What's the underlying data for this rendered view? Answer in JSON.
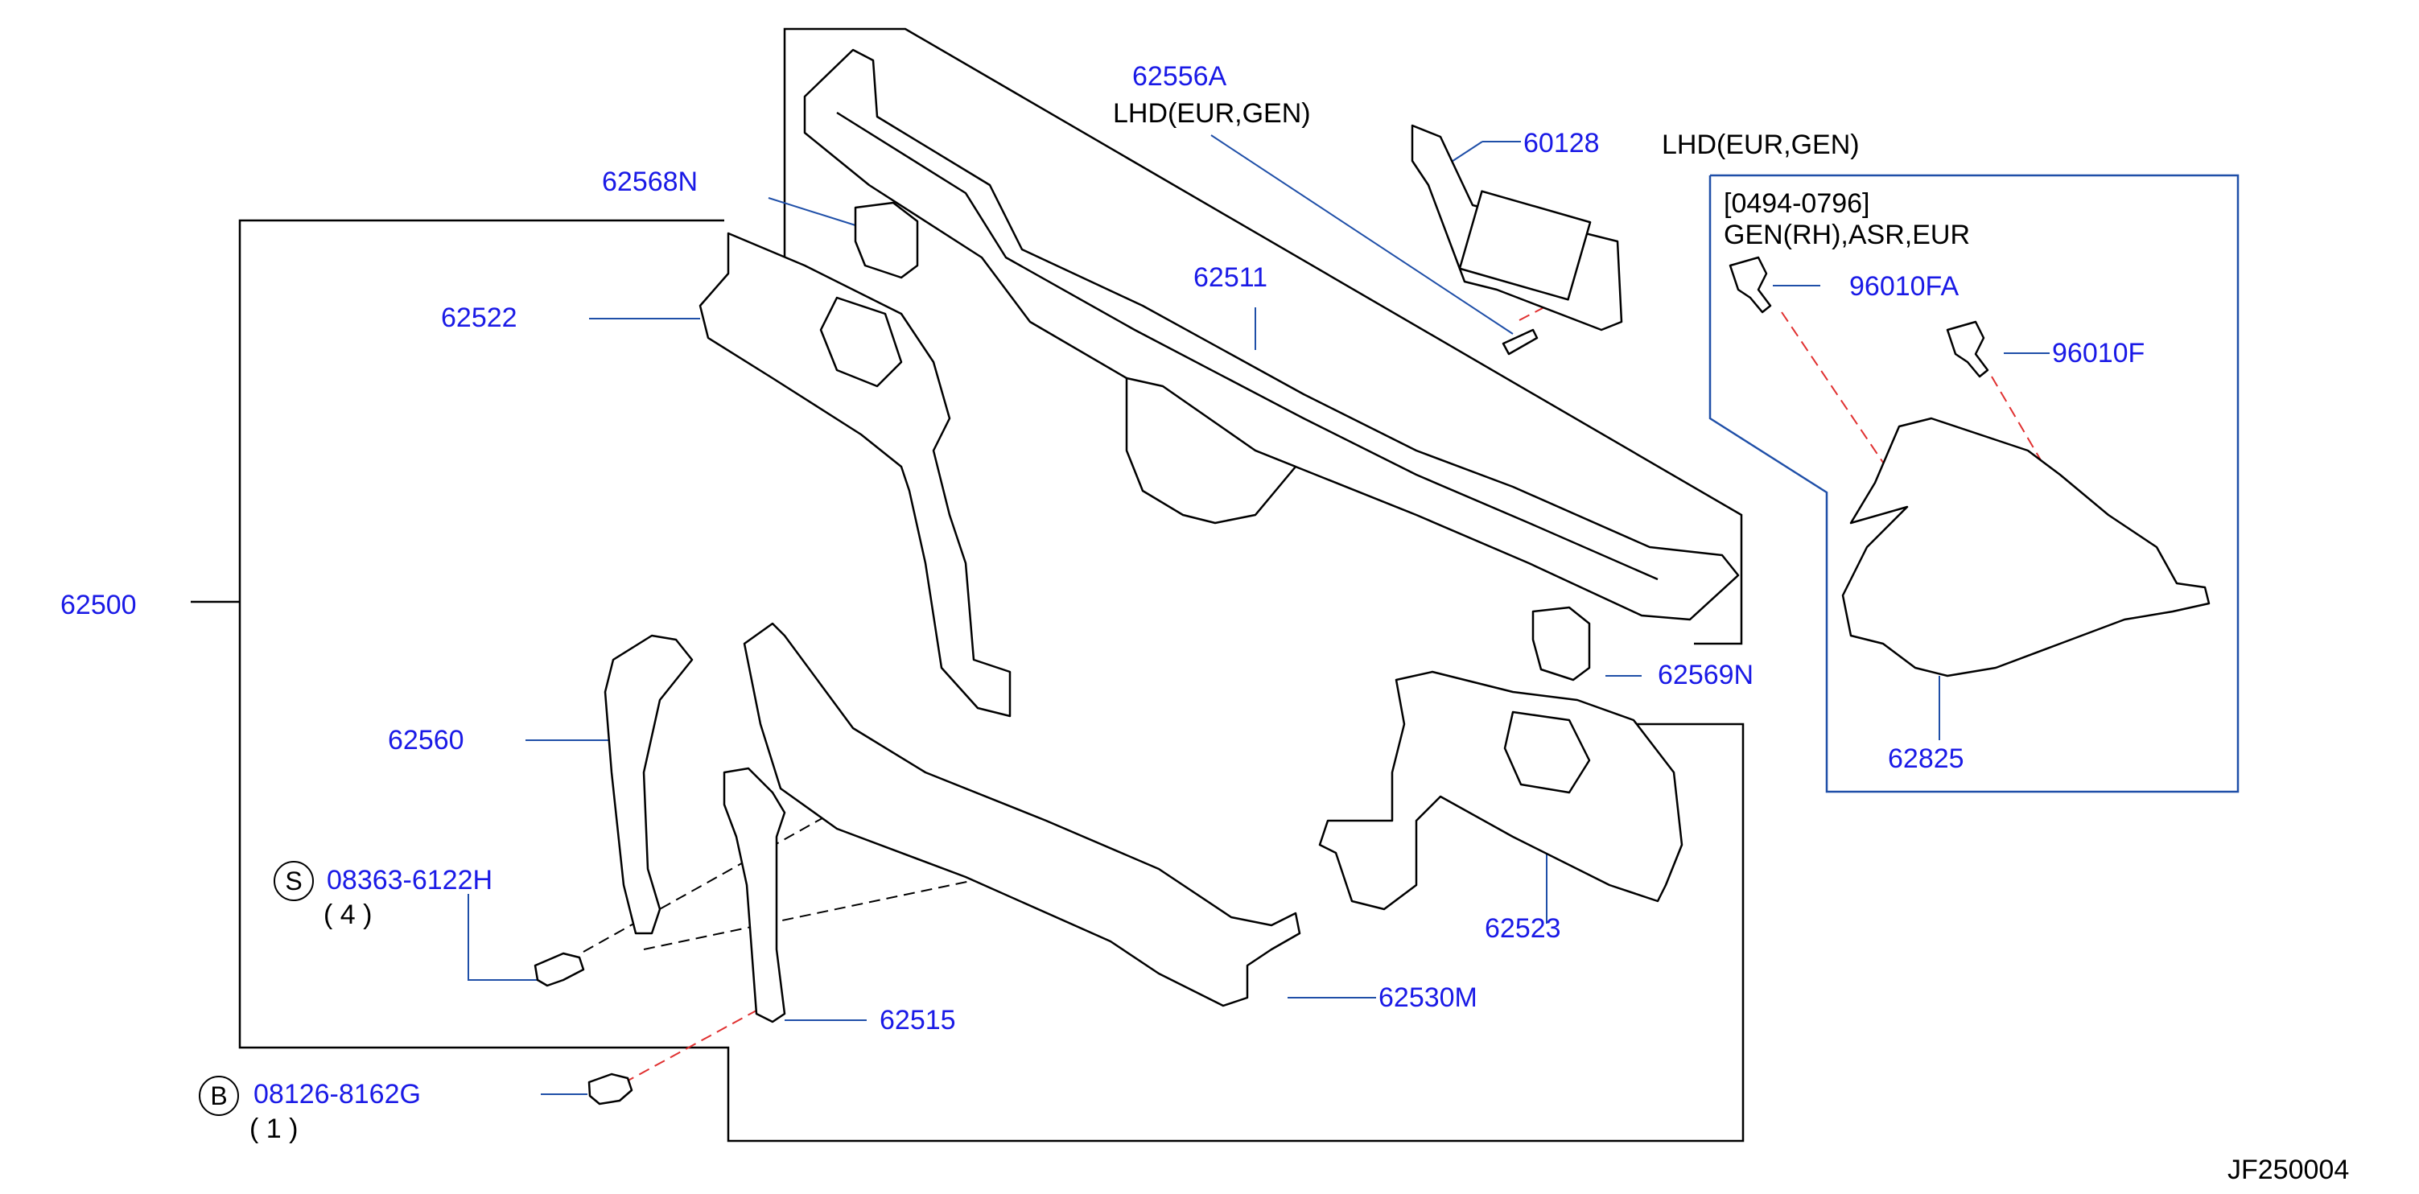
{
  "diagram_id": "JF250004",
  "colors": {
    "part_number": "#1a1ae6",
    "leader_line": "#1f4fa8",
    "drawing": "#000000",
    "hidden_line": "#e03030"
  },
  "labels": {
    "p62556A": "62556A",
    "p62556A_note": "LHD(EUR,GEN)",
    "p60128": "60128",
    "p60128_note": "LHD(EUR,GEN)",
    "p62568N": "62568N",
    "p62522": "62522",
    "p62511": "62511",
    "p62500": "62500",
    "box_date": "[0494-0796]",
    "box_note": "GEN(RH),ASR,EUR",
    "p96010FA": "96010FA",
    "p96010F": "96010F",
    "p62825": "62825",
    "p62569N": "62569N",
    "p62560": "62560",
    "p62523": "62523",
    "s_symbol": "S",
    "p08363": "08363-6122H",
    "q08363": "( 4 )",
    "p62515": "62515",
    "p62530M": "62530M",
    "b_symbol": "B",
    "p08126": "08126-8162G",
    "q08126": "( 1 )"
  }
}
